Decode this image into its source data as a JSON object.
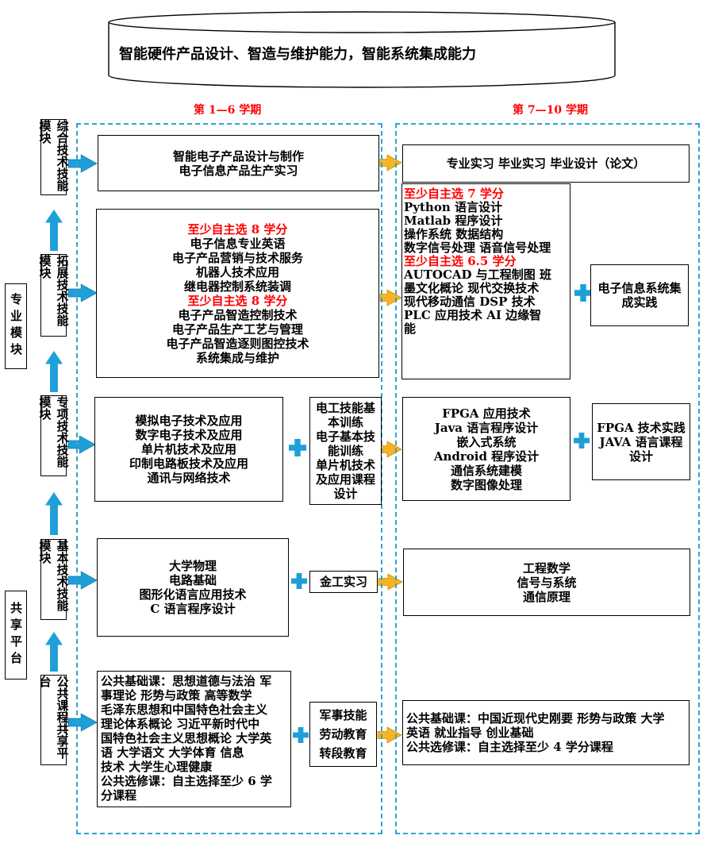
{
  "top_goal": "智能硬件产品设计、智造与维护能力，智能系统集成能力",
  "terms": {
    "left": "第 1—6 学期",
    "right": "第 7—10 学期"
  },
  "side": {
    "major": "专业模块",
    "shared": "共享平台"
  },
  "modules": [
    {
      "id": "comprehensive",
      "label": "综合技术技能模块"
    },
    {
      "id": "extended",
      "label": "拓展技术技能模块"
    },
    {
      "id": "special",
      "label": "专项技术技能模块"
    },
    {
      "id": "basic",
      "label": "基本技术技能模块"
    },
    {
      "id": "public",
      "label": "公共课程共享平台"
    }
  ],
  "row1": {
    "left_lines": [
      "智能电子产品设计与制作",
      "电子信息产品生产实习"
    ],
    "right_lines": [
      "专业实习   毕业实习   毕业设计（论文）"
    ]
  },
  "row2": {
    "left_lines": [
      {
        "text": "至少自主选 8 学分",
        "red": true
      },
      {
        "text": "电子信息专业英语"
      },
      {
        "text": "电子产品营销与技术服务"
      },
      {
        "text": "机器人技术应用"
      },
      {
        "text": "继电器控制系统装调"
      },
      {
        "text": "至少自主选 8 学分",
        "red": true
      },
      {
        "text": "电子产品智造控制技术"
      },
      {
        "text": "电子产品生产工艺与管理"
      },
      {
        "text": "电子产品智造逐则图控技术"
      },
      {
        "text": "系统集成与维护"
      }
    ],
    "right_lines": [
      {
        "text": "至少自主选 7 学分",
        "red": true
      },
      {
        "text": "Python 语言设计"
      },
      {
        "text": "Matlab 程序设计"
      },
      {
        "text": "操作系统   数据结构"
      },
      {
        "text": "数字信号处理  语音信号处理"
      },
      {
        "text": "至少自主选 6.5 学分",
        "red": true
      },
      {
        "text": "AUTOCAD 与工程制图   班"
      },
      {
        "text": "墨文化概论    现代交换技术"
      },
      {
        "text": "现代移动通信       DSP 技术"
      },
      {
        "text": "PLC 应用技术  AI 边缘智"
      },
      {
        "text": "能"
      }
    ],
    "extra_lines": [
      "电子信息系统集",
      "成实践"
    ]
  },
  "row3": {
    "left_lines": [
      "模拟电子技术及应用",
      "数字电子技术及应用",
      "单片机技术及应用",
      "印制电路板技术及应用",
      "通讯与网络技术"
    ],
    "mid_lines": [
      "电工技能基",
      "本训练",
      "电子基本技",
      "能训练",
      "单片机技术",
      "及应用课程",
      "设计"
    ],
    "right_lines": [
      "FPGA 应用技术",
      "Java 语言程序设计",
      "嵌入式系统",
      "Android 程序设计",
      "通信系统建模",
      "数字图像处理"
    ],
    "extra_lines": [
      "FPGA 技术实践",
      "JAVA 语言课程",
      "设计"
    ]
  },
  "row4": {
    "left_lines": [
      "大学物理",
      "电路基础",
      "图形化语言应用技术",
      "C 语言程序设计"
    ],
    "mid_lines": [
      "金工实习"
    ],
    "right_lines": [
      "工程数学",
      "信号与系统",
      "通信原理"
    ]
  },
  "row5": {
    "left_lines": [
      "公共基础课：思想道德与法治  军",
      "事理论    形势与政策    高等数学",
      "毛泽东思想和中国特色社会主义",
      "理论体系概论    习近平新时代中",
      "国特色社会主义思想概论   大学英",
      "语    大学语文    大学体育    信息",
      "技术    大学生心理健康",
      "公共选修课：自主选择至少 6 学",
      "分课程"
    ],
    "mid_lines": [
      "军事技能",
      "劳动教育",
      "转段教育"
    ],
    "right_lines": [
      "公共基础课：中国近现代史刚要  形势与政策  大学",
      "英语  就业指导  创业基础",
      "公共选修课：自主选择至少 4 学分课程"
    ]
  },
  "colors": {
    "dash": "#2ea3d6",
    "blue_arrow": "#1f9fd8",
    "gold_arrow": "#f6b323",
    "red": "#ff0000"
  }
}
